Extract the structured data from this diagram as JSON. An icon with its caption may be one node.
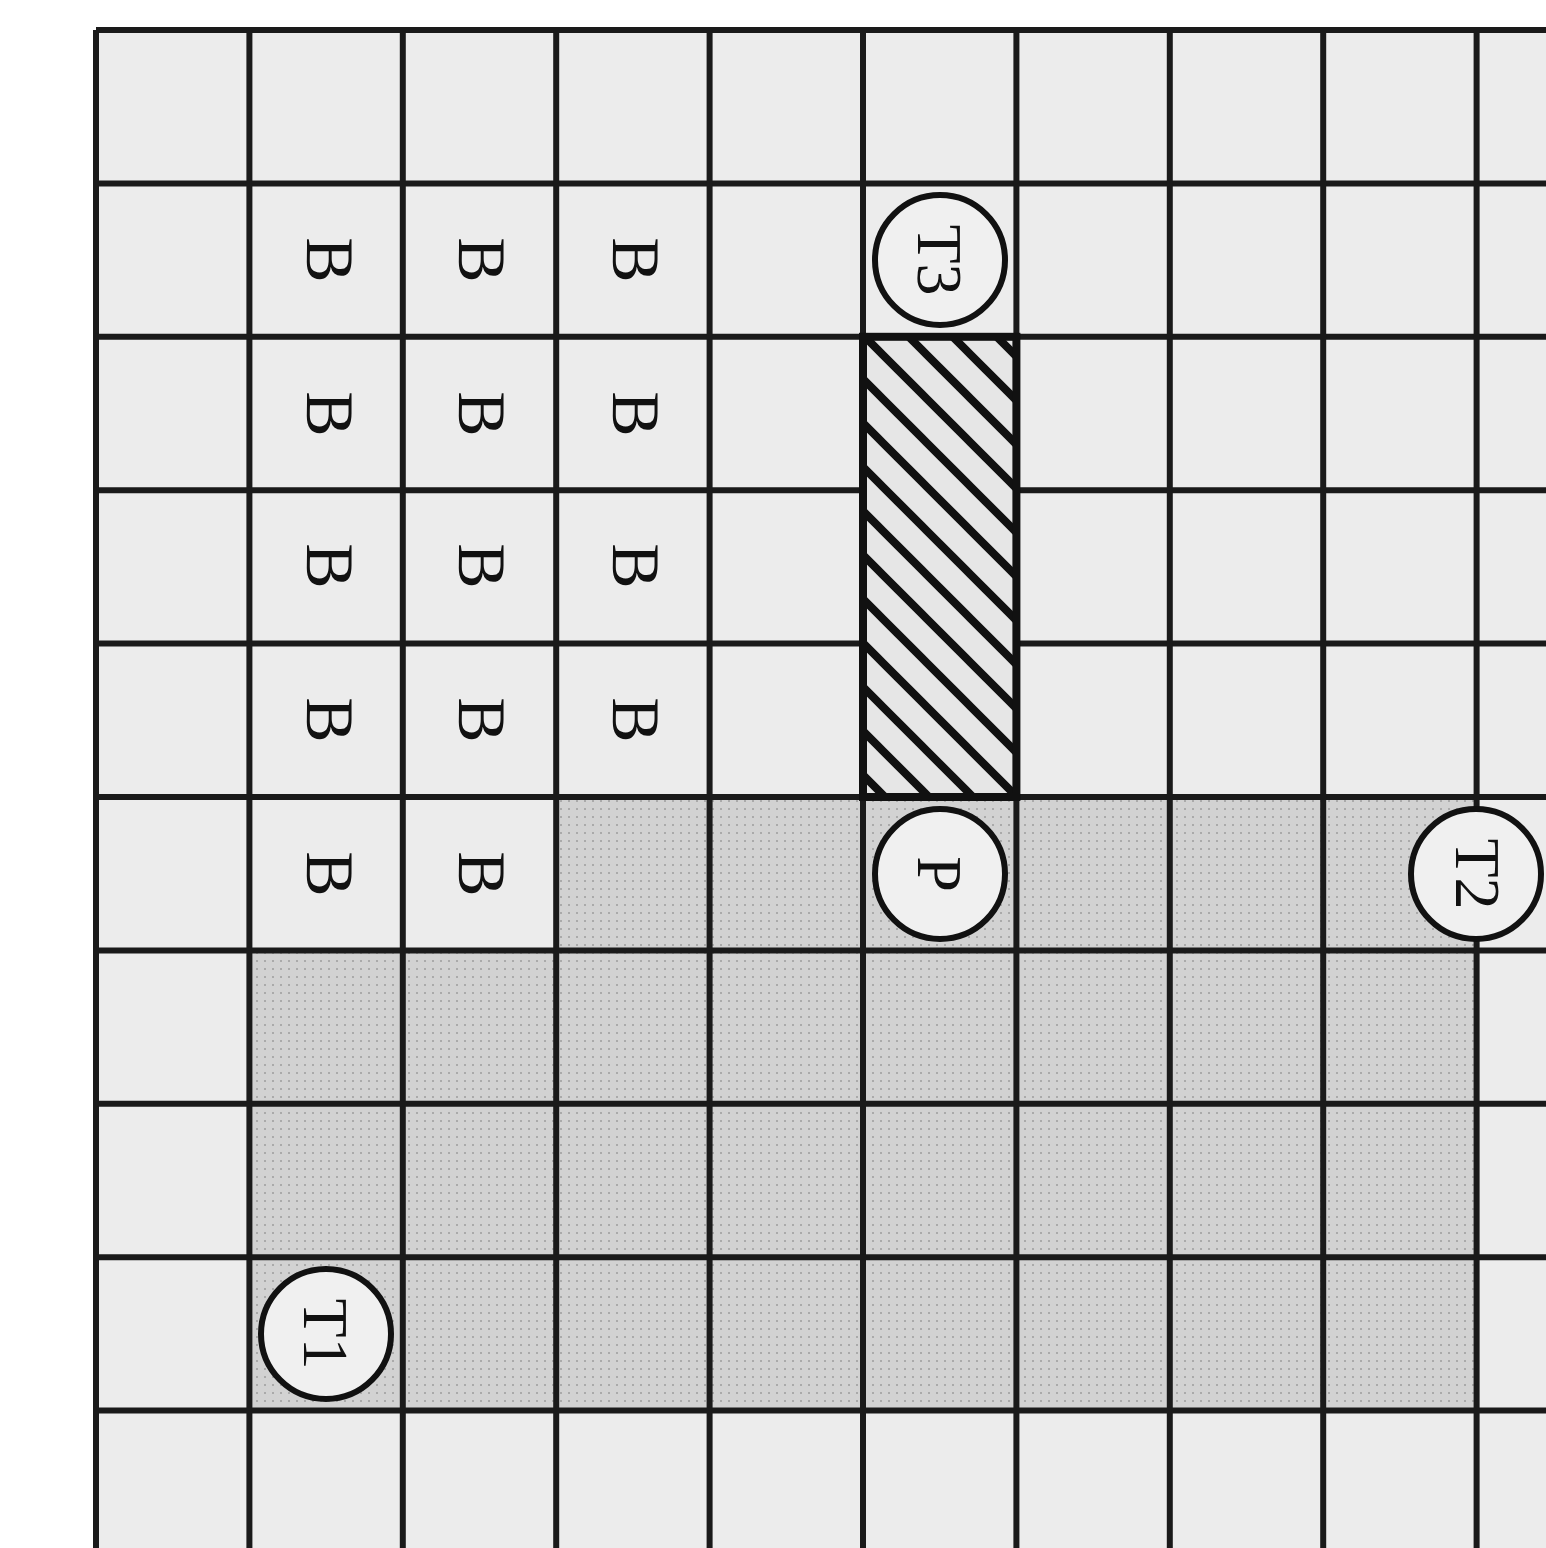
{
  "diagram": {
    "nodes": [
      {
        "text": [
          "T3"
        ]
      },
      {
        "text": [],
        "shape": "bar"
      },
      {
        "text": [
          "P"
        ]
      },
      {
        "text": [
          "T2"
        ]
      },
      {
        "text": [
          "T1"
        ]
      }
    ],
    "labels": [
      "B",
      "B",
      "B",
      "B",
      "B",
      "B",
      "B",
      "B",
      "B",
      "B",
      "B",
      "B",
      "B",
      "B"
    ]
  }
}
